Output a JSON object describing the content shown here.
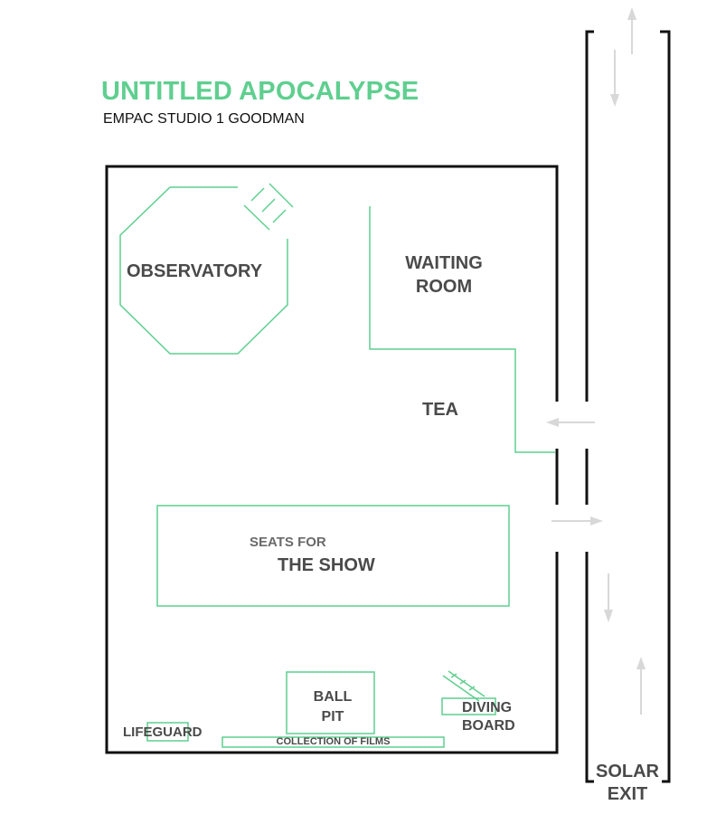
{
  "header": {
    "title": "UNTITLED APOCALYPSE",
    "subtitle": "EMPAC STUDIO 1 GOODMAN"
  },
  "rooms": {
    "observatory": "OBSERVATORY",
    "waiting_room_line1": "WAITING",
    "waiting_room_line2": "ROOM",
    "tea": "TEA",
    "seats_line1": "SEATS FOR",
    "seats_line2": "THE SHOW",
    "ball_pit_line1": "BALL",
    "ball_pit_line2": "PIT",
    "diving_board_line1": "DIVING",
    "diving_board_line2": "BOARD",
    "lifeguard": "LIFEGUARD",
    "collection": "COLLECTION OF FILMS",
    "solar_exit_line1": "SOLAR",
    "solar_exit_line2": "EXIT"
  },
  "colors": {
    "accent_green": "#5fcf8f",
    "wall": "#111111",
    "arrow_gray": "#d8d8d8",
    "label_gray": "#4a4a4a"
  }
}
